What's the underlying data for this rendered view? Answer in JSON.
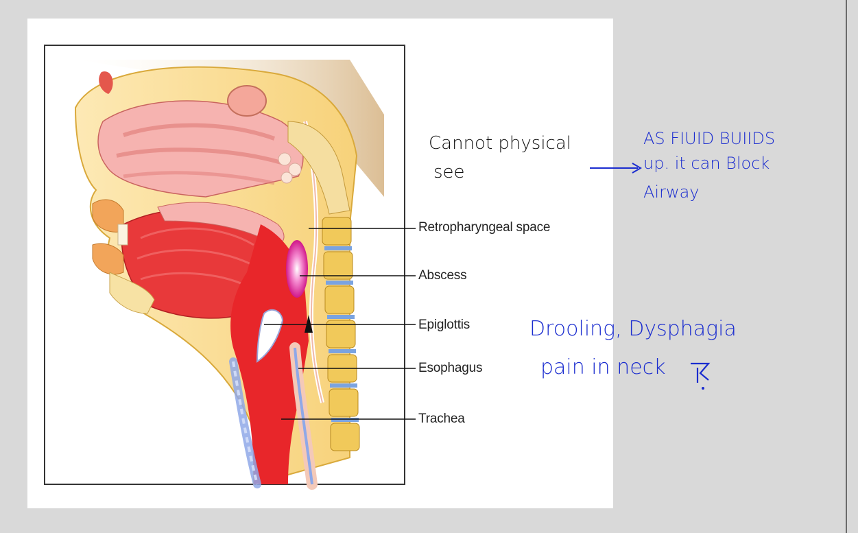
{
  "figure": {
    "labels": {
      "retropharyngeal": "Retropharyngeal space",
      "abscess": "Abscess",
      "epiglottis": "Epiglottis",
      "esophagus": "Esophagus",
      "trachea": "Trachea"
    }
  },
  "annotations": {
    "cannot_see_line1": "Cannot physical",
    "cannot_see_line2": "see",
    "fluid_line1": "AS FIUID BUIIDS",
    "fluid_line2": "up. it can Block",
    "fluid_line3": "Airway",
    "symptoms_line1": "Drooling, Dysphagia",
    "symptoms_line2": "pain in neck",
    "colors": {
      "ink_blue": "#1a2ccf",
      "ink_black": "#111111"
    }
  }
}
